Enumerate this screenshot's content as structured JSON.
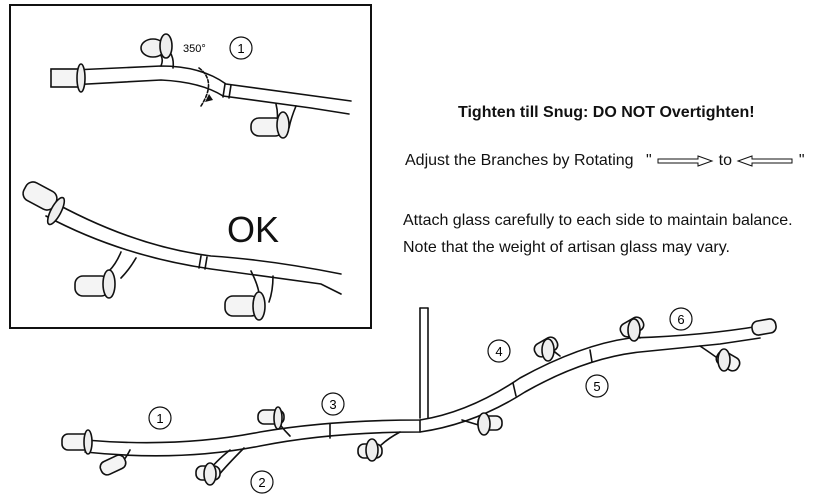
{
  "inset": {
    "step_number": "1",
    "rotation_label": "350°",
    "ok_label": "OK"
  },
  "instructions": {
    "heading": "Tighten till Snug: DO NOT Overtighten!",
    "adjust_prefix": "Adjust the Branches by Rotating",
    "adjust_q_open": "\"",
    "adjust_to": "to",
    "adjust_q_close": "\"",
    "attach_line1": "Attach glass carefully to each side to maintain balance.",
    "attach_line2": "Note that the weight of artisan glass may vary."
  },
  "fixture": {
    "branch_numbers": [
      "1",
      "2",
      "3",
      "4",
      "5",
      "6"
    ]
  },
  "icons": {
    "arrow_right": "arrow-right-icon",
    "arrow_left": "arrow-left-icon",
    "rotation": "rotation-arrow-icon"
  }
}
